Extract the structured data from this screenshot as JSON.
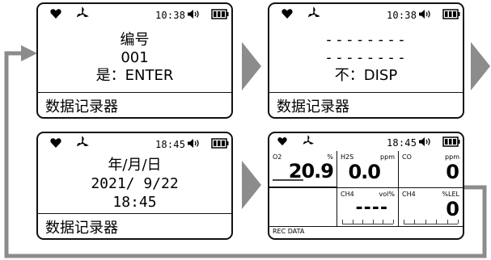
{
  "screens": {
    "s1": {
      "time": "10:38",
      "line1": "编号",
      "line2": "001",
      "line3": "是：ENTER",
      "footer": "数据记录器"
    },
    "s2": {
      "time": "10:38",
      "line1": "--------",
      "line2": "--------",
      "line3": "不：DISP",
      "footer": "数据记录器"
    },
    "s3": {
      "time": "18:45",
      "line1": "年/月/日",
      "line2": "2021/ 9/22",
      "line3": "18:45",
      "footer": "数据记录器"
    },
    "s4": {
      "time": "18:45",
      "cells": [
        {
          "label": "O2",
          "unit": "%",
          "value": "20.9"
        },
        {
          "label": "H2S",
          "unit": "ppm",
          "value": "0.0"
        },
        {
          "label": "CO",
          "unit": "ppm",
          "value": "0"
        },
        {
          "label": "CH4",
          "unit": "vol%",
          "value": "----"
        },
        {
          "label": "CH4",
          "unit": "%LEL",
          "value": "0"
        }
      ],
      "footer": "REC DATA"
    }
  },
  "colors": {
    "arrow": "#8c8c8c",
    "border": "#111111"
  }
}
